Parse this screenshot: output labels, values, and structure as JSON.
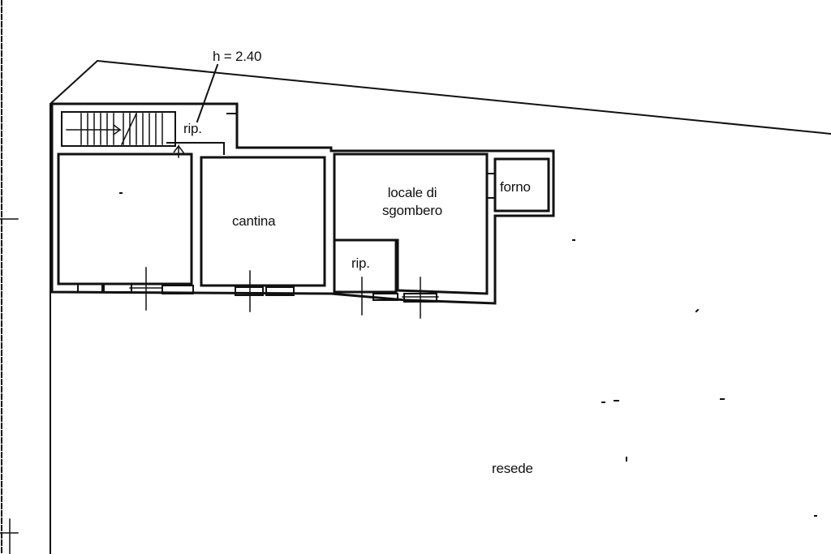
{
  "plan": {
    "height_note": "h = 2.40",
    "rooms": {
      "rip_top": "rip.",
      "cantina": "cantina",
      "locale_di_sgombero": "locale di\nsgombero",
      "forno": "forno",
      "rip_bottom": "rip.",
      "resede": "resede"
    }
  },
  "colors": {
    "ink": "#111111",
    "paper": "#ffffff"
  }
}
